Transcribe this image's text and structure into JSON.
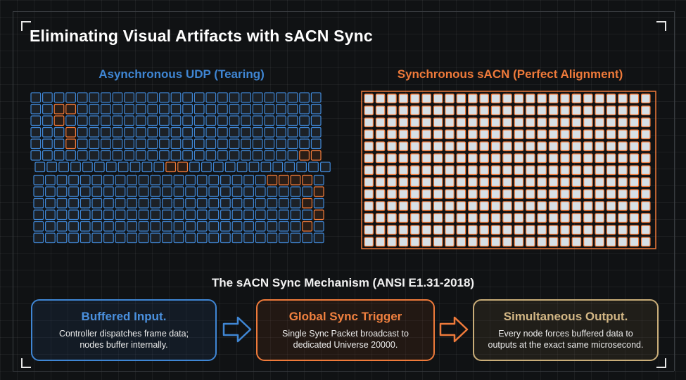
{
  "title": "Eliminating Visual Artifacts with sACN Sync",
  "panels": {
    "left": {
      "title": "Asynchronous UDP (Tearing)"
    },
    "right": {
      "title": "Synchronous sACN (Perfect Alignment)"
    }
  },
  "mechanism": {
    "title": "The sACN Sync Mechanism (ANSI E1.31-2018)",
    "steps": [
      {
        "title": "Buffered Input.",
        "desc": "Controller dispatches frame data;\nnodes buffer internally."
      },
      {
        "title": "Global Sync Trigger",
        "desc": "Single Sync Packet broadcast to\ndedicated Universe 20000."
      },
      {
        "title": "Simultaneous Output.",
        "desc": "Every node forces buffered data to\noutputs at the exact same microsecond."
      }
    ]
  },
  "colors": {
    "async_blue": "#3f86d4",
    "sync_orange": "#ef7a3a",
    "output_gold": "#c9ad78",
    "pixel_lit": "#d7e0e6",
    "pixel_dark": "#1c2127"
  },
  "icons": [
    "right-arrow-icon",
    "right-arrow-icon"
  ]
}
